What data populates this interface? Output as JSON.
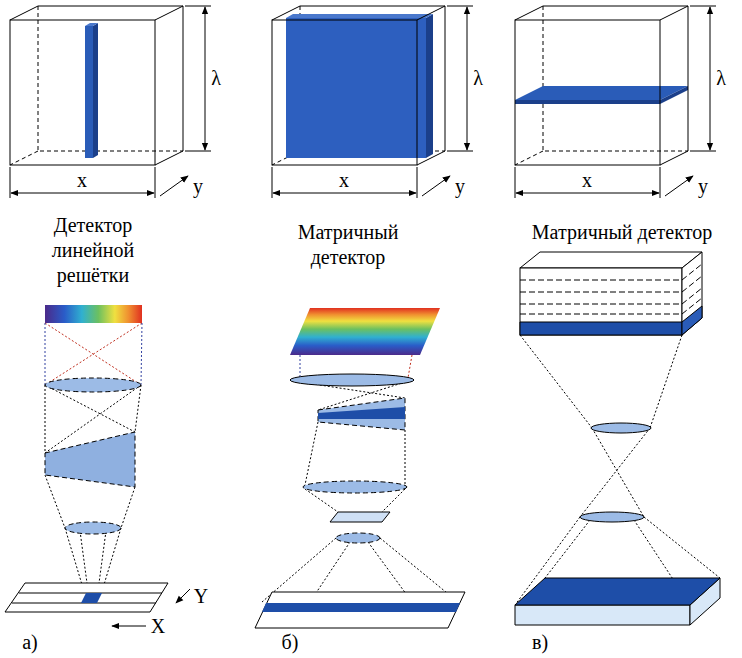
{
  "diagram": {
    "labels": [
      "λ",
      "x",
      "y",
      "λ",
      "x",
      "y",
      "λ",
      "x",
      "y",
      "Детектор линейной решётки",
      "Матричный детектор",
      "Матричный детектор",
      "Y",
      "X",
      "а)",
      "б)",
      "в)"
    ]
  }
}
